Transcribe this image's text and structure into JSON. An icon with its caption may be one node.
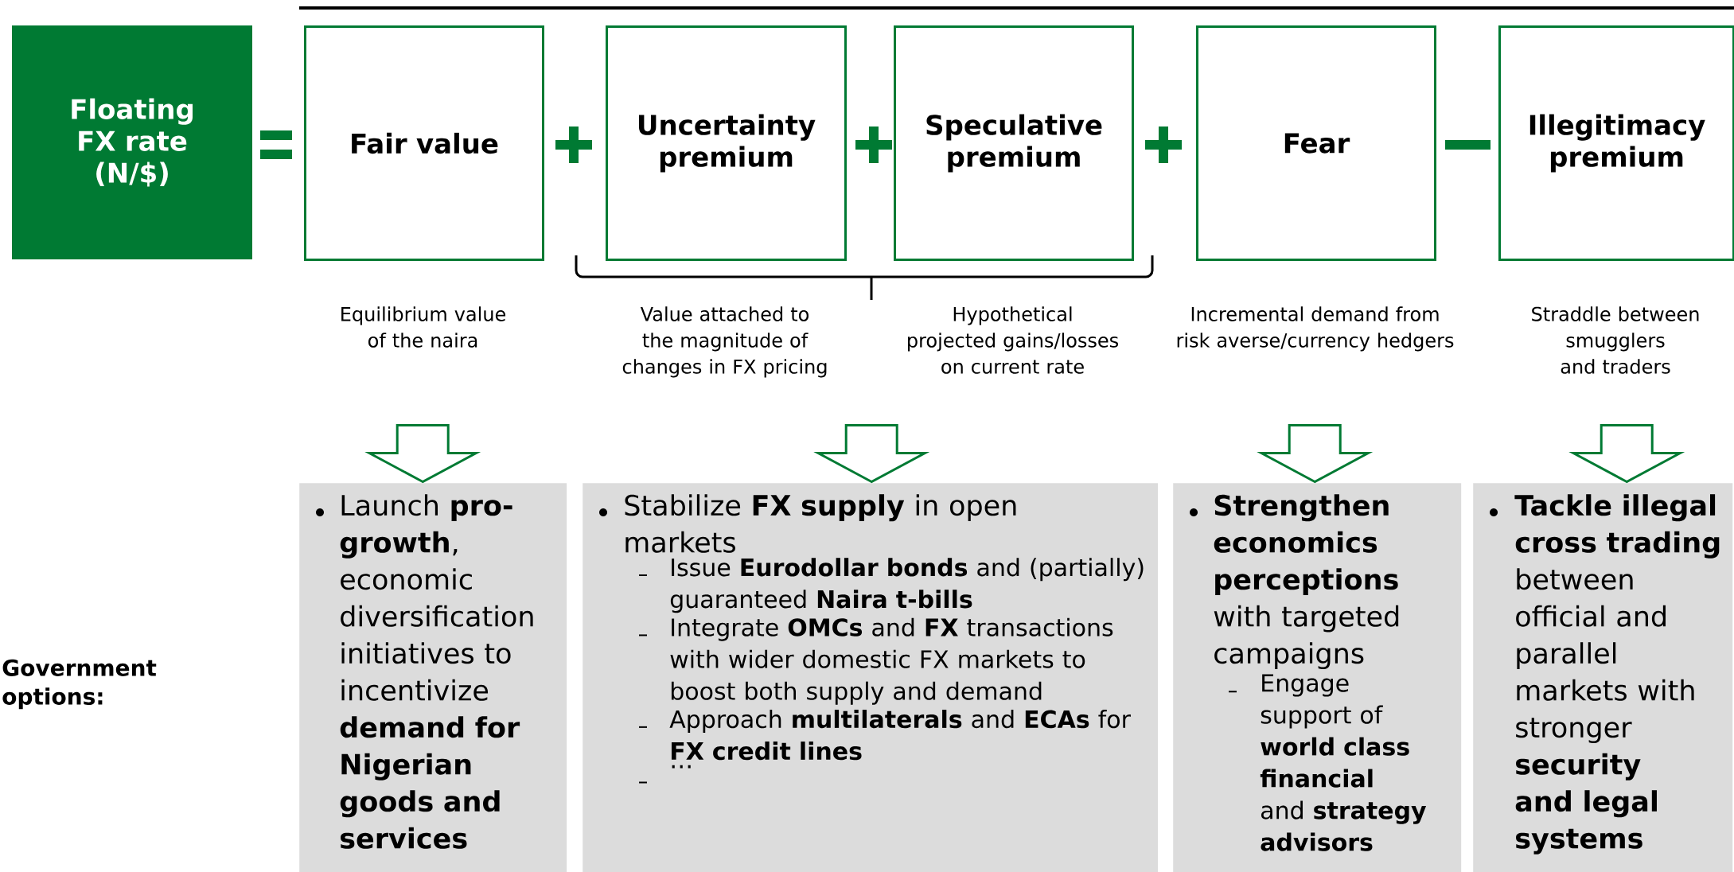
{
  "diagram": {
    "nodes": [
      {
        "text": [
          "Floating FX rate (N/$)"
        ]
      },
      {
        "text": [
          "Fair value"
        ],
        "beside": [
          "Equilibrium value of the naira"
        ]
      },
      {
        "text": [
          "Uncertainty premium"
        ],
        "beside": [
          "Value attached to the magnitude of changes in FX pricing"
        ]
      },
      {
        "text": [
          "Speculative premium"
        ],
        "beside": [
          "Hypothetical projected gains/losses on current rate"
        ]
      },
      {
        "text": [
          "Fear"
        ],
        "beside": [
          "Incremental demand from risk averse/currency hedgers"
        ]
      },
      {
        "text": [
          "Illegitimacy premium"
        ],
        "beside": [
          "Straddle between smugglers and traders"
        ]
      },
      {
        "text": [
          "Launch **pro-growth**, economic diversification initiatives to incentivize **demand for Nigerian goods and services**"
        ]
      },
      {
        "text": [
          "Stabilize **FX supply** in open markets",
          "Issue **Eurodollar bonds** and (partially) guaranteed **Naira t-bills**",
          "Integrate **OMCs** and **FX** transactions with wider domestic FX markets to boost both supply and demand",
          "Approach **multilaterals** and **ECAs** for **FX credit lines**",
          "…"
        ]
      },
      {
        "text": [
          "**Strengthen economics perceptions** with targeted campaigns",
          "Engage support of **world class financial** and **strategy advisors**"
        ]
      },
      {
        "text": [
          "**Tackle illegal cross trading** between official and parallel markets with stronger **security and legal systems**"
        ]
      }
    ],
    "edges": [
      {
        "from": null,
        "to": 6,
        "arrow": "to"
      },
      {
        "from": null,
        "to": 7,
        "arrow": "to"
      },
      {
        "from": null,
        "to": 8,
        "arrow": "to"
      },
      {
        "from": null,
        "to": 9,
        "arrow": "to"
      }
    ],
    "labels": [
      "Government options:"
    ]
  }
}
